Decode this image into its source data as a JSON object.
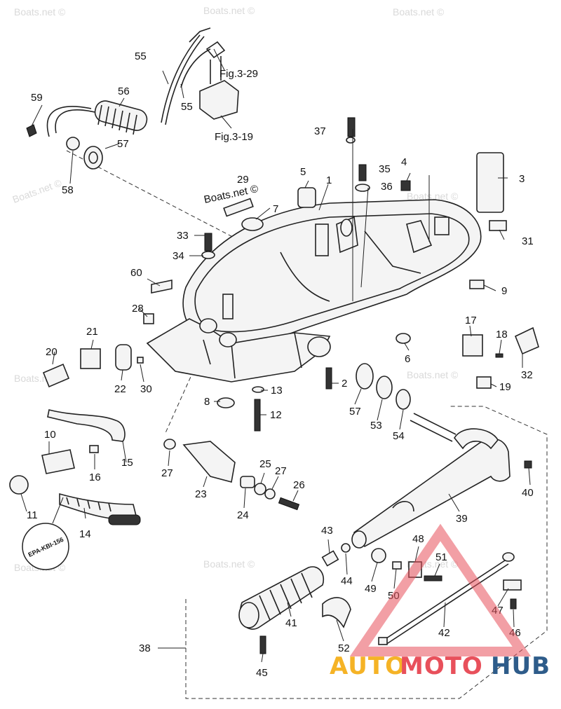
{
  "watermark": "Boats.net ©",
  "brand": {
    "auto": "AUTO",
    "moto": "MOTO",
    "hub": "HUB",
    "color_auto": "#f5b326",
    "color_moto": "#e8505b",
    "color_hub": "#2e5c8a"
  },
  "figure_refs": {
    "fig329": "Fig.3-29",
    "fig319": "Fig.3-19"
  },
  "stamp": "EPA-KBI-156",
  "parts": {
    "p1": "1",
    "p2": "2",
    "p3": "3",
    "p4": "4",
    "p5": "5",
    "p6": "6",
    "p7": "7",
    "p8": "8",
    "p9": "9",
    "p10": "10",
    "p11": "11",
    "p12": "12",
    "p13": "13",
    "p14": "14",
    "p15": "15",
    "p16": "16",
    "p17": "17",
    "p18": "18",
    "p19": "19",
    "p20": "20",
    "p21": "21",
    "p22": "22",
    "p23": "23",
    "p24": "24",
    "p25": "25",
    "p26": "26",
    "p27a": "27",
    "p27b": "27",
    "p28": "28",
    "p29": "29",
    "p30": "30",
    "p31": "31",
    "p32": "32",
    "p33": "33",
    "p34": "34",
    "p35": "35",
    "p36": "36",
    "p37": "37",
    "p38": "38",
    "p39": "39",
    "p40": "40",
    "p41": "41",
    "p42": "42",
    "p43": "43",
    "p44": "44",
    "p45": "45",
    "p46": "46",
    "p47": "47",
    "p48": "48",
    "p49": "49",
    "p50": "50",
    "p51": "51",
    "p52": "52",
    "p53": "53",
    "p54": "54",
    "p55a": "55",
    "p55b": "55",
    "p56": "56",
    "p57a": "57",
    "p57b": "57",
    "p58": "58",
    "p59": "59",
    "p60": "60"
  }
}
